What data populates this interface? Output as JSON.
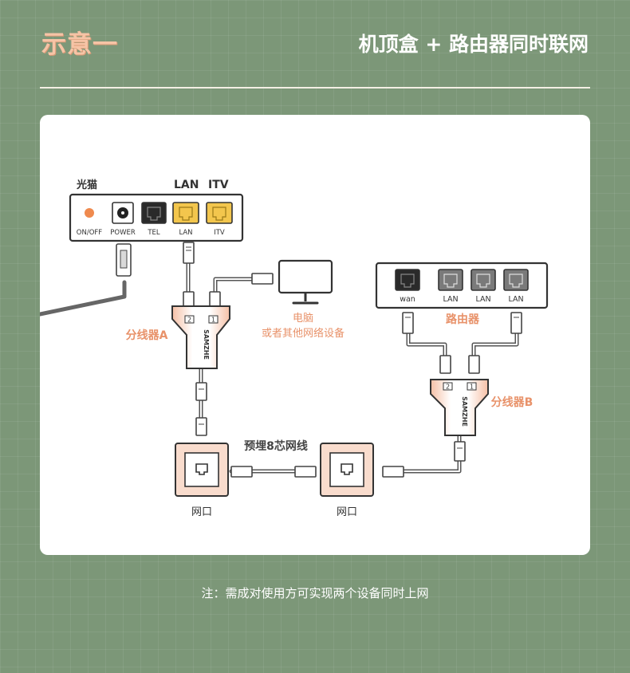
{
  "header": {
    "title": "示意一",
    "subtitle": "机顶盒 + 路由器同时联网"
  },
  "diagram": {
    "modem": {
      "name": "光猫",
      "top_labels": [
        "LAN",
        "ITV"
      ],
      "ports": [
        "ON/OFF",
        "POWER",
        "TEL",
        "LAN",
        "ITV"
      ]
    },
    "computer": {
      "label": "电脑",
      "sublabel": "或者其他网络设备"
    },
    "router": {
      "label": "路由器",
      "ports": [
        "wan",
        "LAN",
        "LAN",
        "LAN"
      ]
    },
    "splitter_a": {
      "label": "分线器A",
      "brand": "SAMZHE",
      "port_numbers": [
        "2",
        "1"
      ]
    },
    "splitter_b": {
      "label": "分线器B",
      "brand": "SAMZHE",
      "port_numbers": [
        "2",
        "1"
      ]
    },
    "cable_label": "预埋8芯网线",
    "wall_port_left": "网口",
    "wall_port_right": "网口"
  },
  "note": "注：需成对使用方可实现两个设备同时上网",
  "colors": {
    "background": "#7c9778",
    "accent_orange": "#e8926a",
    "title_peach": "#f6c4a6",
    "port_yellow": "#f3c64d",
    "wall_plate_pink": "#f9dccd"
  }
}
